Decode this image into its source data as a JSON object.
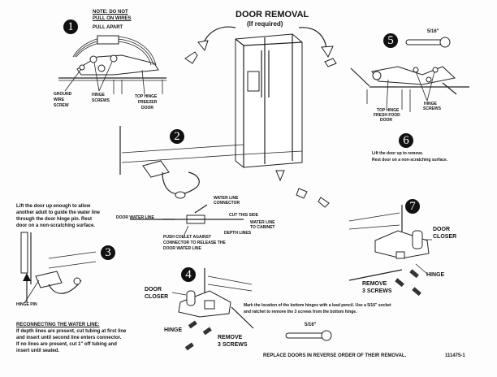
{
  "title": "DOOR REMOVAL",
  "subtitle": "(If required)",
  "steps": {
    "s1": {
      "number": "1",
      "note_line1": "NOTE:  DO NOT",
      "note_line2": "PULL ON WIRES",
      "pull_apart": "PULL  APART",
      "ground_wire_screw": [
        "GROUND",
        "WIRE",
        "SCREW"
      ],
      "hinge_screws": [
        "HINGE",
        "SCREWS"
      ],
      "top_hinge_freezer": [
        "TOP HINGE",
        "FREEZER",
        "DOOR"
      ]
    },
    "s2": {
      "number": "2",
      "water_line_connector": [
        "WATER LINE",
        "CONNECTOR"
      ],
      "door_water_line": "DOOR WATER LINE",
      "cut_this_side": "CUT THIS SIDE",
      "water_line_to_cabinet": [
        "WATER LINE",
        "TO CABINET"
      ],
      "depth_lines": "DEPTH LINES",
      "push_collet": [
        "PUSH COLLET AGAINST",
        "CONNECTOR TO RELEASE THE",
        "DOOR WATER LINE"
      ]
    },
    "s3": {
      "number": "3",
      "instruction": [
        "Lift the door up enough to allow",
        "another adult to guide the water line",
        "through the door hinge pin.  Rest",
        "door on a non-scratching surface."
      ],
      "hinge_pin": "HINGE PIN",
      "reconnect_heading": "RECONNECTING THE WATER LINE:",
      "reconnect_text": [
        "If depth lines are present, cut tubing at first line",
        "and insert until second line enters connector.",
        "If no lines are present, cut 1\" off tubing and",
        "insert until seated."
      ]
    },
    "s4": {
      "number": "4",
      "door_closer": [
        "DOOR",
        "CLOSER"
      ],
      "hinge": "HINGE",
      "remove_screws": [
        "REMOVE",
        "3 SCREWS"
      ]
    },
    "s5": {
      "number": "5",
      "wrench_size": "5/16\"",
      "top_hinge_fresh_food": [
        "TOP HINGE",
        "FRESH FOOD",
        "DOOR"
      ],
      "hinge_screws": [
        "HINGE",
        "SCREWS"
      ]
    },
    "s6": {
      "number": "6",
      "instruction": [
        "Lift the door up to remove.",
        "Rest door on a non-scratching surface."
      ]
    },
    "s7": {
      "number": "7",
      "door_closer": [
        "DOOR",
        "CLOSER"
      ],
      "hinge": "HINGE",
      "remove_screws": [
        "REMOVE",
        "3 SCREWS"
      ],
      "instruction": [
        "Mark the location of the bottom hinges  with a lead pencil.  Use a 5/16\" socket",
        "and ratchet to remove the 3 screws from the bottom hinge."
      ],
      "wrench_size": "5/16\""
    }
  },
  "footer": {
    "text": "REPLACE DOORS IN REVERSE ORDER OF THEIR REMOVAL.",
    "part_number": "111475-1"
  }
}
